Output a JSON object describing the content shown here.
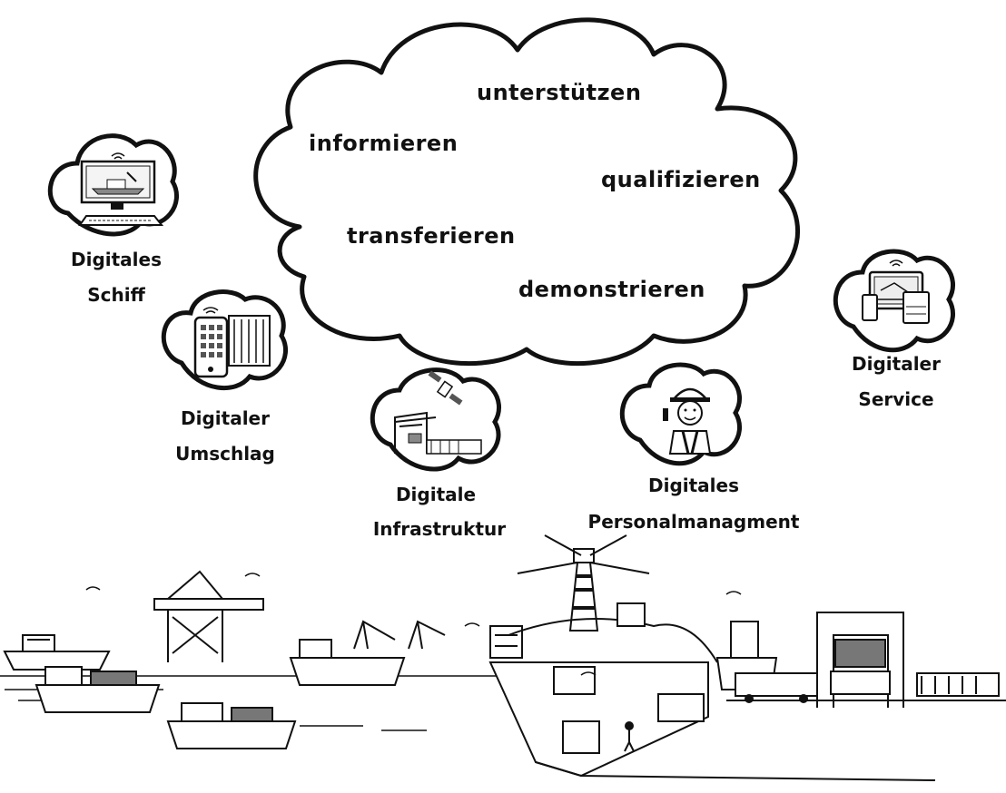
{
  "cloud": {
    "verbs": [
      "unterstützen",
      "informieren",
      "qualifizieren",
      "transferieren",
      "demonstrieren"
    ]
  },
  "bubbles": [
    {
      "icon": "computer-monitor-ship-icon",
      "lines": [
        "Digitales",
        "Schiff"
      ]
    },
    {
      "icon": "smartphone-server-icon",
      "lines": [
        "Digitaler",
        "Umschlag"
      ]
    },
    {
      "icon": "port-crane-satellite-icon",
      "lines": [
        "Digitale",
        "Infrastruktur"
      ]
    },
    {
      "icon": "worker-helmet-icon",
      "lines": [
        "Digitales",
        "Personalmanagment"
      ]
    },
    {
      "icon": "tablet-devices-icon",
      "lines": [
        "Digitaler",
        "Service"
      ]
    }
  ]
}
